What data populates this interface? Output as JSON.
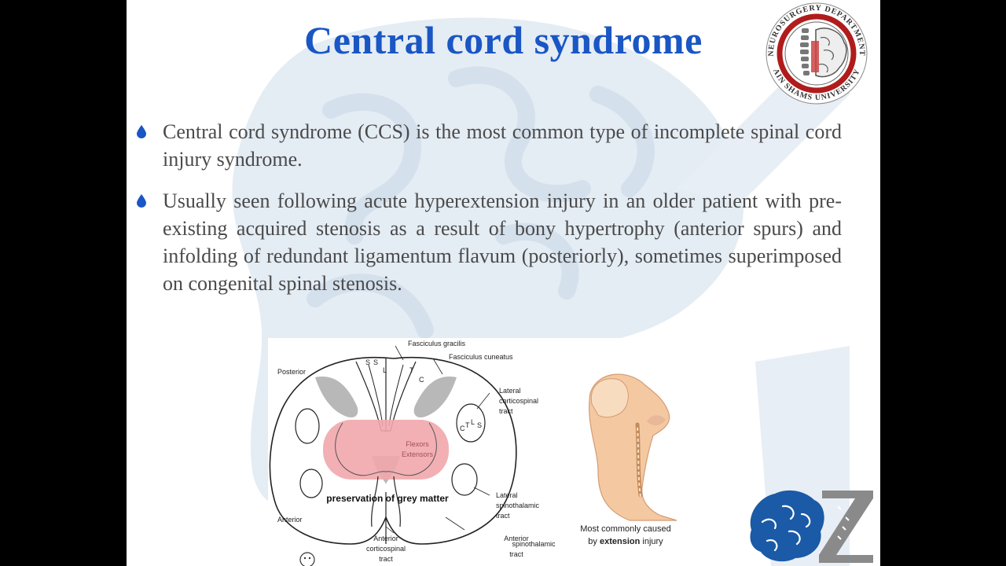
{
  "slide": {
    "title": "Central cord syndrome",
    "seal": {
      "top_text": "NEUROSURGERY DEPARTMENT",
      "bottom_text": "AIN SHAMS UNIVERSITY"
    },
    "bullets": [
      {
        "text": "Central cord syndrome (CCS) is the most common type of incomplete spinal cord injury syndrome."
      },
      {
        "text": "Usually seen following acute hyperextension injury in an older patient with pre-existing acquired stenosis as a result of bony hypertrophy (anterior spurs) and infolding of redundant ligamentum flavum (posteriorly), sometimes superimposed on congenital spinal stenosis."
      }
    ],
    "figure": {
      "labels": {
        "fasciculus_gracilis": "Fasciculus gracilis",
        "fasciculus_cuneatus": "Fasciculus cuneatus",
        "posterior": "Posterior",
        "anterior": "Anterior",
        "lat_cs_1": "Lateral",
        "lat_cs_2": "corticospinal",
        "lat_cs_3": "tract",
        "lat_st_1": "Lateral",
        "lat_st_2": "spinothalamic",
        "lat_st_3": "tract",
        "ant_cs_1": "Anterior",
        "ant_cs_2": "corticospinal",
        "ant_cs_3": "tract",
        "ant_st_1": "Anterior",
        "ant_st_2": "spinothalamic",
        "ant_st_3": "tract",
        "flexors": "Flexors",
        "extensors": "Extensors",
        "preservation": "preservation of grey matter",
        "s1": "S",
        "s2": "S",
        "l": "L",
        "t": "T",
        "c": "C",
        "lc": "C",
        "lt": "T",
        "ll": "L",
        "ls": "S"
      },
      "caption_line1": "Most commonly caused",
      "caption_line2_prefix": "by ",
      "caption_line2_bold": "extension",
      "caption_line2_suffix": " injury"
    },
    "colors": {
      "title": "#1a56c4",
      "bullet_mark": "#1a56c4",
      "body_text": "#4a4a4a",
      "seal_red": "#b01c1c",
      "logo_blue": "#1b5aa6",
      "watermark": "#e2eaf2"
    }
  }
}
